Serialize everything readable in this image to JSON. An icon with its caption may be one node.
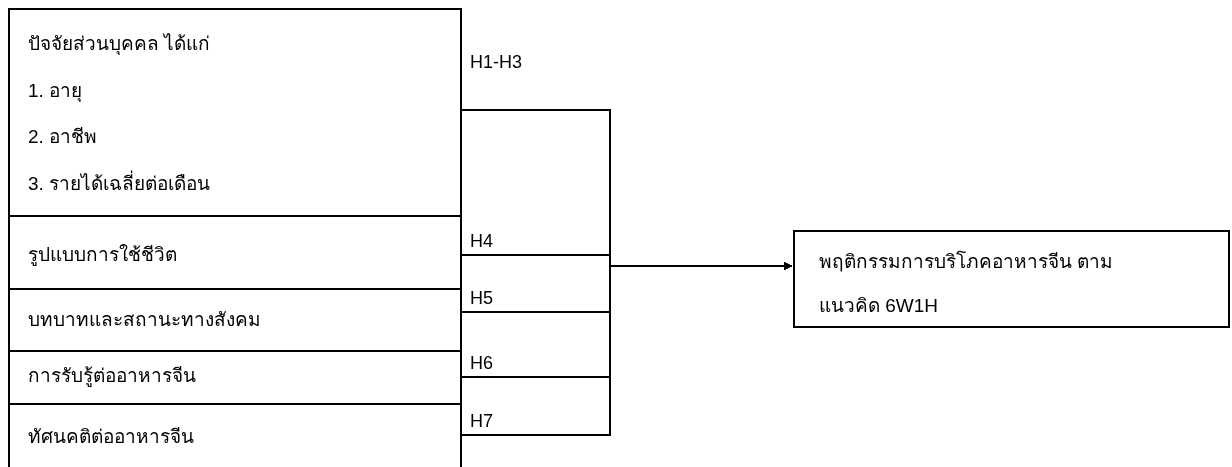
{
  "diagram": {
    "nodes": [
      {
        "text": [
          "ปัจจัยส่วนบุคคล ได้แก่",
          "1. อายุ",
          "2. อาชีพ",
          "3. รายได้เฉลี่ยต่อเดือน"
        ]
      },
      {
        "text": [
          "รูปแบบการใช้ชีวิต"
        ]
      },
      {
        "text": [
          "บทบาทและสถานะทางสังคม"
        ]
      },
      {
        "text": [
          "การรับรู้ต่ออาหารจีน"
        ]
      },
      {
        "text": [
          "ทัศนคติต่ออาหารจีน"
        ]
      },
      {
        "text": [
          "พฤติกรรมการบริโภคอาหารจีน ตามแนวคิด 6W1H"
        ]
      }
    ],
    "edges": [
      {
        "from": 0,
        "to": 5,
        "arrow": "to",
        "label": "H1-H3"
      },
      {
        "from": 1,
        "to": 5,
        "arrow": "to",
        "label": "H4"
      },
      {
        "from": 2,
        "to": 5,
        "arrow": "to",
        "label": "H5"
      },
      {
        "from": 3,
        "to": 5,
        "arrow": "to",
        "label": "H6"
      },
      {
        "from": 4,
        "to": 5,
        "arrow": "to",
        "label": "H7"
      }
    ]
  }
}
